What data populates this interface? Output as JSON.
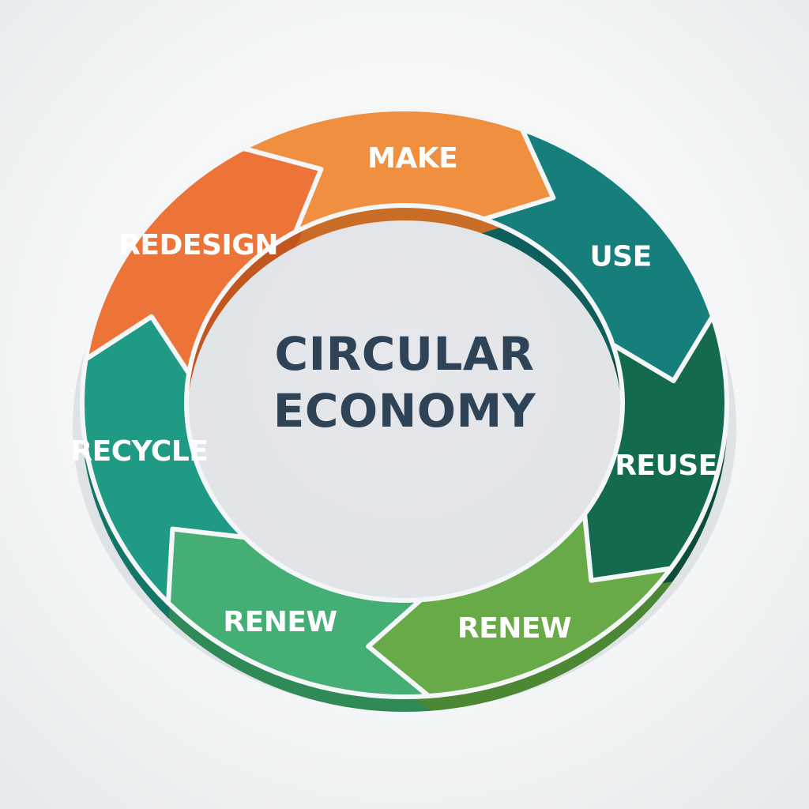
{
  "center": {
    "line1": "CIRCULAR",
    "line2": "ECONOMY"
  },
  "stages": [
    {
      "label": "MAKE",
      "color": "#f08f3f",
      "side": "#c96d26"
    },
    {
      "label": "USE",
      "color": "#167f7c",
      "side": "#0e5e5c"
    },
    {
      "label": "REUSE",
      "color": "#136a4f",
      "side": "#0c4d39"
    },
    {
      "label": "RENEW",
      "color": "#68a948",
      "side": "#4c8733"
    },
    {
      "label": "RENEW",
      "color": "#45ae74",
      "side": "#2f8a57"
    },
    {
      "label": "RECYCLE",
      "color": "#1f9a85",
      "side": "#137565"
    },
    {
      "label": "REDESIGN",
      "color": "#ec7438",
      "side": "#c2561f"
    }
  ],
  "colors": {
    "separator": "#f4f6f7",
    "shadow": "#c9cfd3"
  }
}
